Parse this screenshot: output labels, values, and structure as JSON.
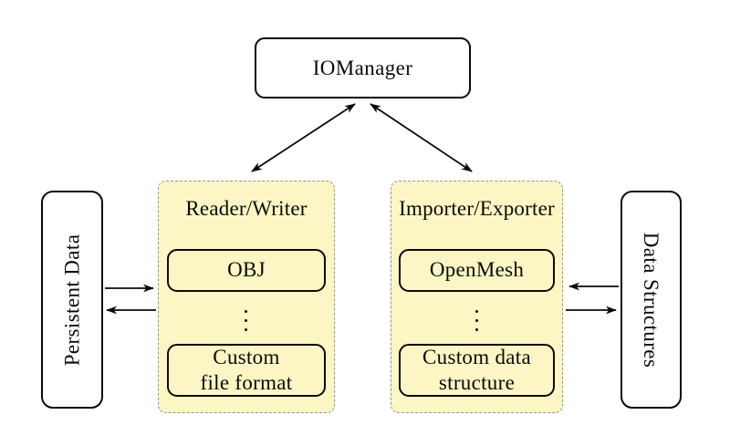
{
  "diagram": {
    "kind": "io-architecture-diagram",
    "nodes": {
      "iomanager": {
        "label": "IOManager"
      },
      "persistent_data": {
        "label": "Persistent Data"
      },
      "data_structures": {
        "label": "Data Structures"
      }
    },
    "reader_writer_panel": {
      "title": "Reader/Writer",
      "items": [
        {
          "label": "OBJ"
        },
        {
          "label": "Custom\nfile format"
        }
      ],
      "ellipsis_icon": "vertical-dots"
    },
    "importer_exporter_panel": {
      "title": "Importer/Exporter",
      "items": [
        {
          "label": "OpenMesh"
        },
        {
          "label": "Custom data\nstructure"
        }
      ],
      "ellipsis_icon": "vertical-dots"
    },
    "connections": [
      {
        "from": "iomanager",
        "to": "reader_writer_panel",
        "style": "double-headed"
      },
      {
        "from": "iomanager",
        "to": "importer_exporter_panel",
        "style": "double-headed"
      },
      {
        "from": "persistent_data",
        "to": "reader_writer_panel",
        "style": "single"
      },
      {
        "from": "reader_writer_panel",
        "to": "persistent_data",
        "style": "single"
      },
      {
        "from": "data_structures",
        "to": "importer_exporter_panel",
        "style": "single"
      },
      {
        "from": "importer_exporter_panel",
        "to": "data_structures",
        "style": "single"
      }
    ],
    "colors": {
      "background": "#FFFFFF",
      "panel_fill": "#FBF6C3",
      "panel_border": "#999590",
      "node_border": "#0A0A0A",
      "arrow": "#0A0A0A"
    }
  }
}
